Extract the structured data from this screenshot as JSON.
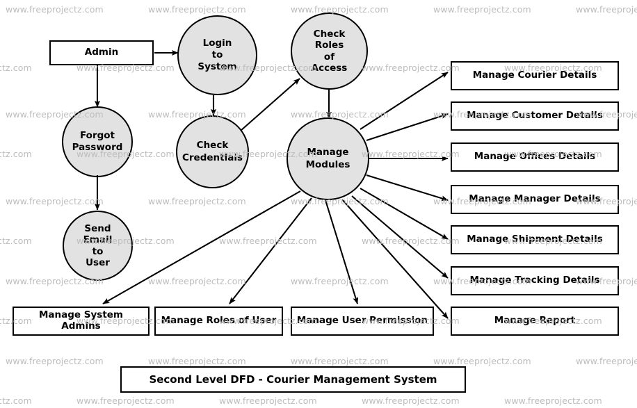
{
  "diagram": {
    "title": "Second Level DFD - Courier Management System",
    "watermark_text": "www.freeprojectz.com",
    "colors": {
      "process_fill": "#e2e2e2",
      "stroke": "#000000",
      "box_fill": "#ffffff",
      "watermark": "#bdbdbd",
      "background": "#ffffff"
    },
    "external_entity": {
      "label": "Admin"
    },
    "processes": [
      {
        "id": "login-to-system",
        "label": "Login\nto\nSystem"
      },
      {
        "id": "check-roles-of-access",
        "label": "Check\nRoles\nof\nAccess"
      },
      {
        "id": "forgot-password",
        "label": "Forgot\nPassword"
      },
      {
        "id": "check-credentials",
        "label": "Check\nCredentials"
      },
      {
        "id": "manage-modules",
        "label": "Manage\nModules"
      },
      {
        "id": "send-email-to-user",
        "label": "Send\nEmail\nto\nUser"
      }
    ],
    "right_modules": [
      {
        "id": "manage-courier-details",
        "label": "Manage Courier Details"
      },
      {
        "id": "manage-customer-details",
        "label": "Manage Customer Details"
      },
      {
        "id": "manage-offices-details",
        "label": "Manage Offices Details"
      },
      {
        "id": "manage-manager-details",
        "label": "Manage Manager Details"
      },
      {
        "id": "manage-shipment-details",
        "label": "Manage Shipment Details"
      },
      {
        "id": "manage-tracking-details",
        "label": "Manage Tracking Details"
      },
      {
        "id": "manage-report",
        "label": "Manage Report"
      }
    ],
    "bottom_modules": [
      {
        "id": "manage-system-admins",
        "label": "Manage System Admins"
      },
      {
        "id": "manage-roles-of-user",
        "label": "Manage Roles of User"
      },
      {
        "id": "manage-user-permission",
        "label": "Manage User Permission"
      }
    ]
  }
}
